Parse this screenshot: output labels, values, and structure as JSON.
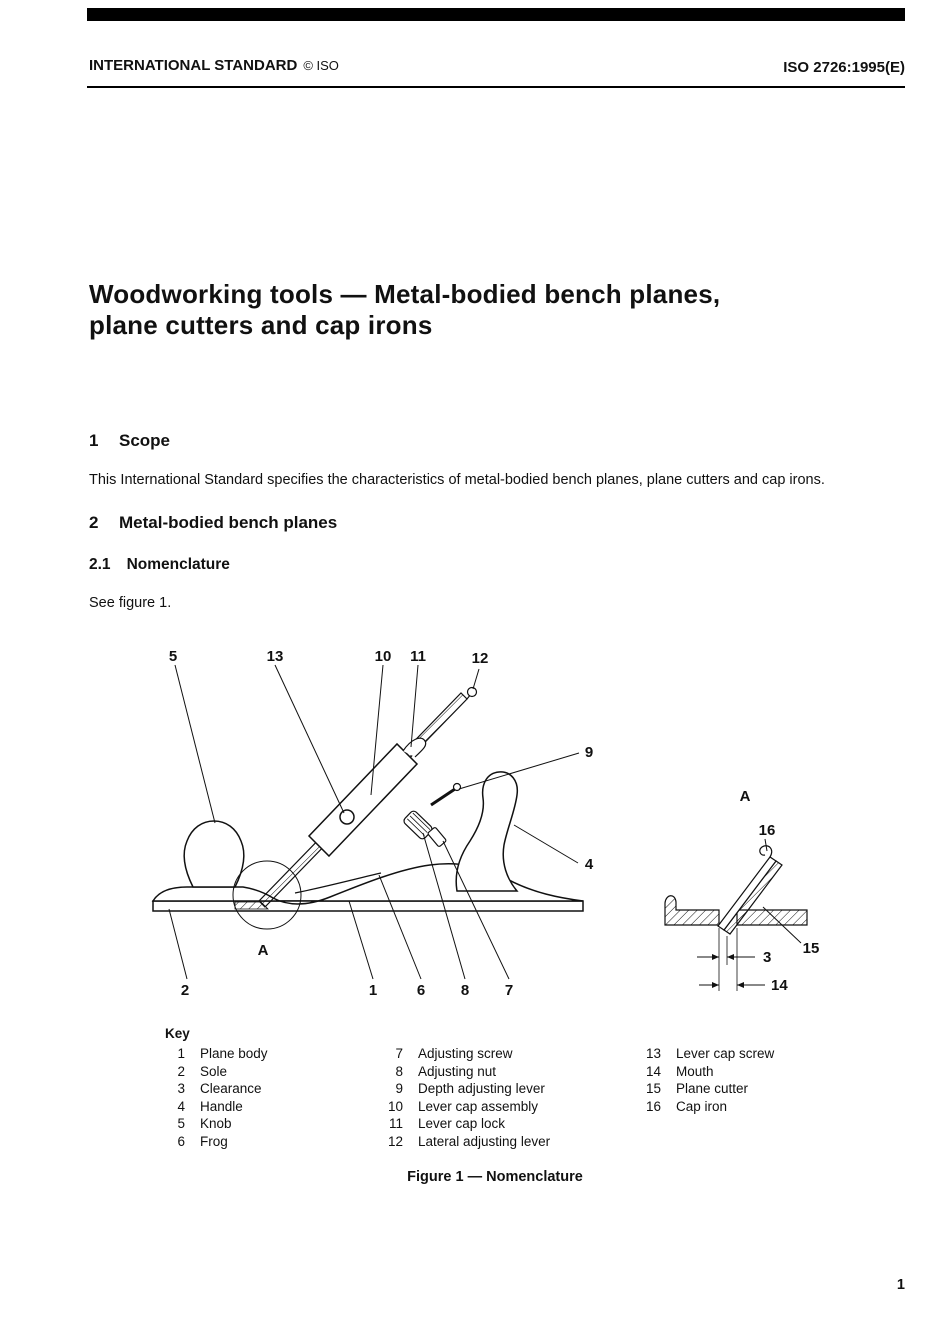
{
  "header": {
    "standard_label": "INTERNATIONAL STANDARD",
    "copyright": "© ISO",
    "doc_number": "ISO 2726:1995(E)"
  },
  "title": "Woodworking tools — Metal-bodied bench planes, plane cutters and cap irons",
  "scope": {
    "num": "1",
    "heading": "Scope",
    "body": "This International Standard specifies the characteristics of metal-bodied bench planes, plane cutters and cap irons."
  },
  "section2": {
    "num": "2",
    "heading": "Metal-bodied bench planes"
  },
  "section21": {
    "num": "2.1",
    "heading": "Nomenclature",
    "see": "See figure 1."
  },
  "figure": {
    "caption": "Figure 1 — Nomenclature",
    "callouts": {
      "c1": "1",
      "c2": "2",
      "c3": "3",
      "c4": "4",
      "c5": "5",
      "c6": "6",
      "c7": "7",
      "c8": "8",
      "c9": "9",
      "c10": "10",
      "c11": "11",
      "c12": "12",
      "c13": "13",
      "c14": "14",
      "c15": "15",
      "c16": "16",
      "a": "A"
    },
    "key": {
      "title": "Key",
      "col1": [
        {
          "n": "1",
          "t": "Plane body"
        },
        {
          "n": "2",
          "t": "Sole"
        },
        {
          "n": "3",
          "t": "Clearance"
        },
        {
          "n": "4",
          "t": "Handle"
        },
        {
          "n": "5",
          "t": "Knob"
        },
        {
          "n": "6",
          "t": "Frog"
        }
      ],
      "col2": [
        {
          "n": "7",
          "t": "Adjusting screw"
        },
        {
          "n": "8",
          "t": "Adjusting nut"
        },
        {
          "n": "9",
          "t": "Depth adjusting lever"
        },
        {
          "n": "10",
          "t": "Lever cap assembly"
        },
        {
          "n": "11",
          "t": "Lever cap lock"
        },
        {
          "n": "12",
          "t": "Lateral adjusting lever"
        }
      ],
      "col3": [
        {
          "n": "13",
          "t": "Lever cap screw"
        },
        {
          "n": "14",
          "t": "Mouth"
        },
        {
          "n": "15",
          "t": "Plane cutter"
        },
        {
          "n": "16",
          "t": "Cap iron"
        }
      ]
    }
  },
  "page_number": "1"
}
